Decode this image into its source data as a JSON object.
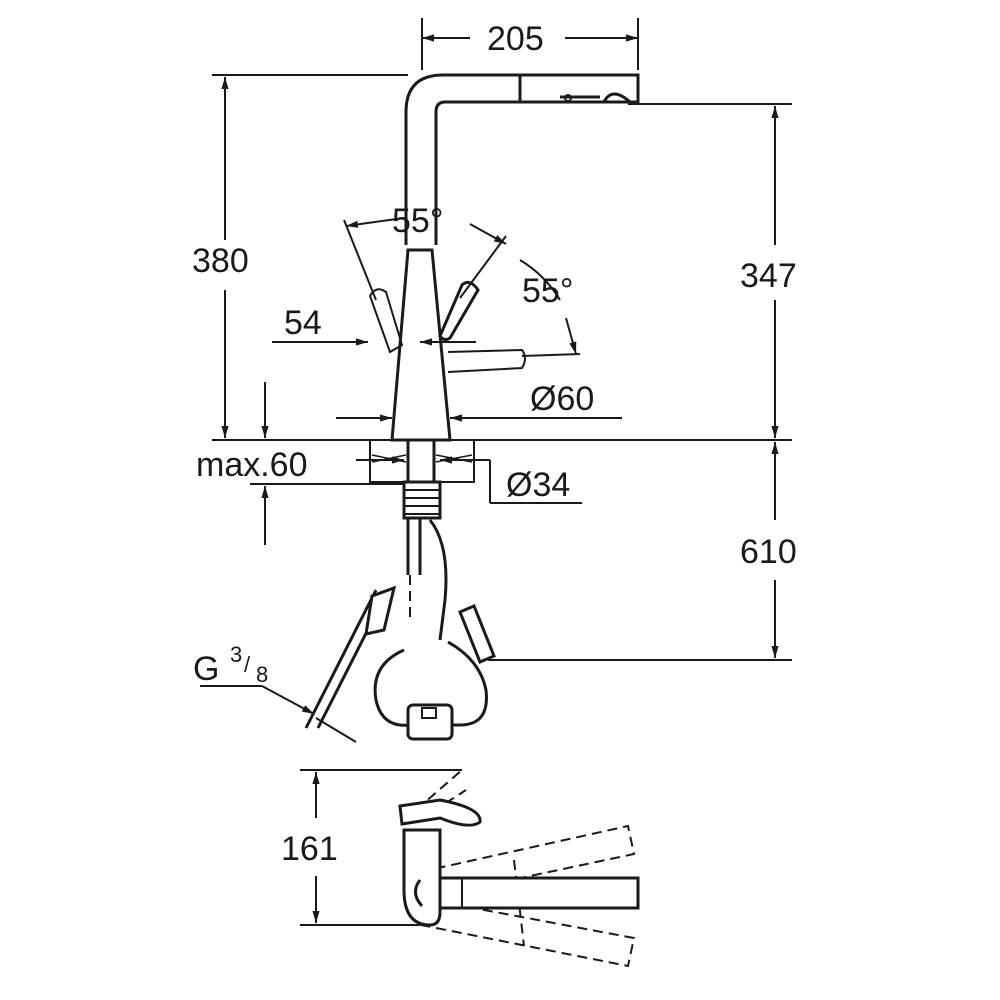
{
  "diagram": {
    "dimensions": {
      "spout_reach": "205",
      "total_height": "380",
      "outlet_height": "347",
      "lever_angle_top": "55°",
      "lever_angle_side": "55°",
      "lever_offset": "54",
      "base_diameter": "Ø60",
      "max_deck_thickness": "max.60",
      "hole_diameter": "Ø34",
      "hose_length": "610",
      "connection_prefix": "G",
      "connection_numerator": "3",
      "connection_denominator": "8",
      "top_view_depth": "161"
    }
  }
}
